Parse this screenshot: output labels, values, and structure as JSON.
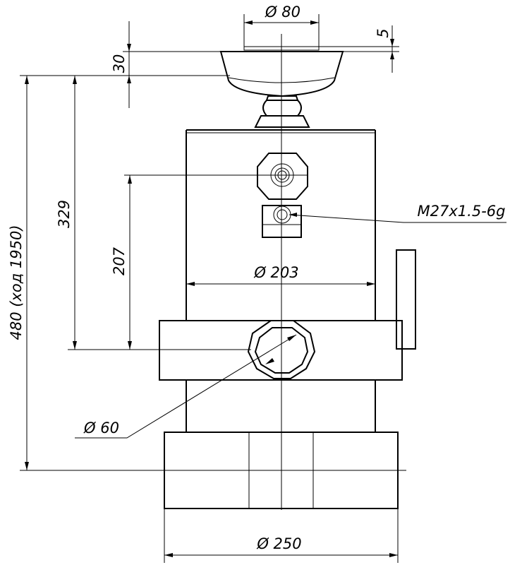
{
  "dimensions": {
    "top_diameter": "Ø 80",
    "top_thickness": "5",
    "head_height": "30",
    "total_height": "480 (ход 1950)",
    "height_to_port": "329",
    "height_port_gap": "207",
    "body_diameter": "Ø 203",
    "port_diameter": "Ø 60",
    "thread_label": "M27x1.5-6g",
    "base_diameter": "Ø 250"
  }
}
